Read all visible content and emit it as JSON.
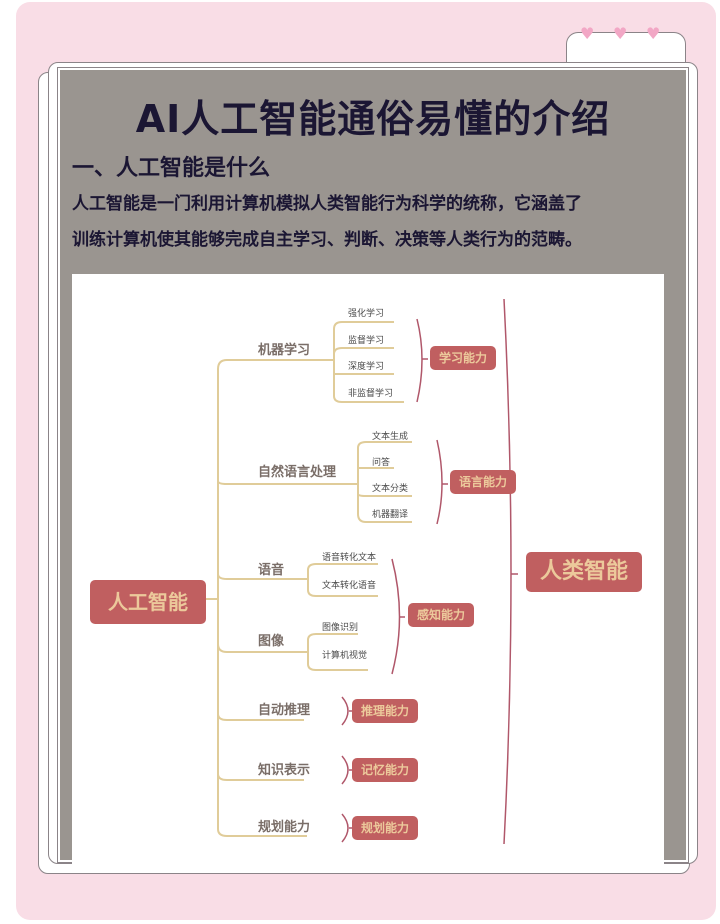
{
  "header": {
    "title": "AI人工智能通俗易懂的介绍",
    "hearts": [
      "heart-icon",
      "heart-icon",
      "heart-icon"
    ]
  },
  "section": {
    "heading": "一、人工智能是什么",
    "paragraph_line1": "人工智能是一门利用计算机模拟人类智能行为科学的统称，它涵盖了",
    "paragraph_line2": "训练计算机使其能够完成自主学习、判断、决策等人类行为的范畴。"
  },
  "colors": {
    "pink_bg": "#f9dde6",
    "panel_gray": "#9a9590",
    "node_red": "#c05f60",
    "node_text": "#ecc99b",
    "line_gold": "#e0cc99",
    "bracket": "#b0576a",
    "title_text": "#1b1633"
  },
  "mindmap": {
    "root": "人工智能",
    "result": "人类智能",
    "branches": [
      {
        "label": "机器学习",
        "leaves": [
          "强化学习",
          "监督学习",
          "深度学习",
          "非监督学习"
        ],
        "ability": "学习能力"
      },
      {
        "label": "自然语言处理",
        "leaves": [
          "文本生成",
          "问答",
          "文本分类",
          "机器翻译"
        ],
        "ability": "语言能力"
      },
      {
        "label": "语音",
        "leaves": [
          "语音转化文本",
          "文本转化语音"
        ],
        "ability": "感知能力"
      },
      {
        "label": "图像",
        "leaves": [
          "图像识别",
          "计算机视觉"
        ],
        "ability": "感知能力"
      },
      {
        "label": "自动推理",
        "leaves": [],
        "ability": "推理能力"
      },
      {
        "label": "知识表示",
        "leaves": [],
        "ability": "记忆能力"
      },
      {
        "label": "规划能力",
        "leaves": [],
        "ability": "规划能力"
      }
    ]
  }
}
